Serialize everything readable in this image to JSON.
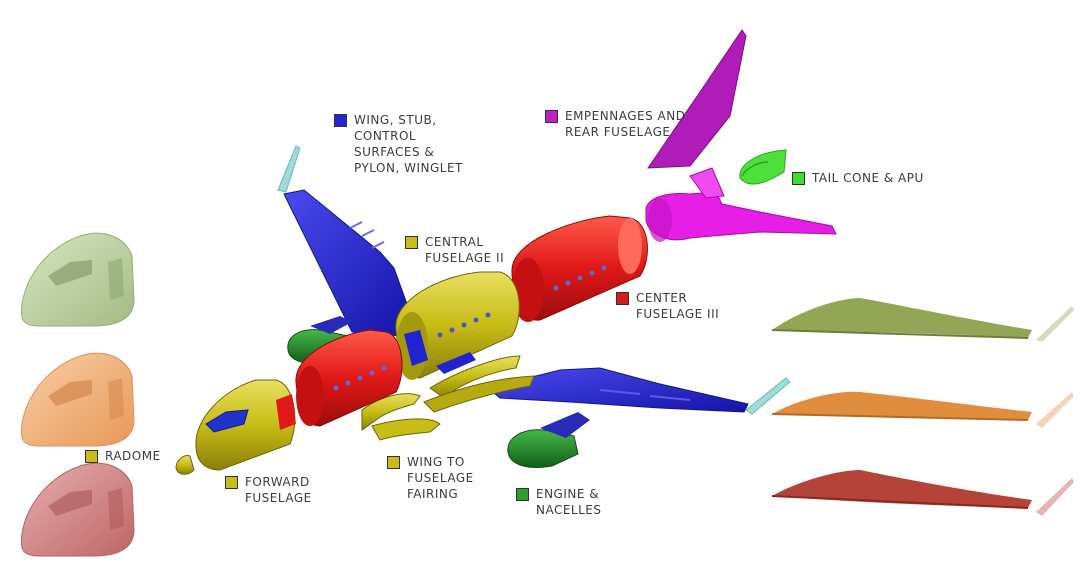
{
  "labels": {
    "wing": {
      "lines": [
        "WING, STUB,",
        "CONTROL",
        "SURFACES &",
        "PYLON, WINGLET"
      ],
      "color": "#2323d8"
    },
    "empennage": {
      "lines": [
        "EMPENNAGES AND",
        "REAR FUSELAGE"
      ],
      "color": "#c21fc2"
    },
    "tail_cone": {
      "lines": [
        "TAIL CONE & APU"
      ],
      "color": "#3fdc2f"
    },
    "central_fuselage_ii": {
      "lines": [
        "CENTRAL",
        "FUSELAGE II"
      ],
      "color": "#c9bd18"
    },
    "center_fuselage_iii": {
      "lines": [
        "CENTER",
        "FUSELAGE III"
      ],
      "color": "#d41c1c"
    },
    "radome": {
      "lines": [
        "RADOME"
      ],
      "color": "#c9bd18"
    },
    "forward_fuselage": {
      "lines": [
        "FORWARD",
        "FUSELAGE"
      ],
      "color": "#c9bd18"
    },
    "wing_fairing": {
      "lines": [
        "WING TO",
        "FUSELAGE",
        "FAIRING"
      ],
      "color": "#c9bd18"
    },
    "engine": {
      "lines": [
        "ENGINE &",
        "NACELLES"
      ],
      "color": "#2e9e2e"
    }
  },
  "colors": {
    "yellow": "#c8bc16",
    "red": "#e01818",
    "blue": "#2222d0",
    "magenta": "#e61ee6",
    "purple": "#b01cb8",
    "green_light": "#4ee03a",
    "green_dark": "#1e8e24",
    "cockpit_green": "#b9cf9c",
    "cockpit_orange": "#f0b07c",
    "cockpit_red": "#cf8383",
    "wing_green": "#93a655",
    "wing_orange": "#e08d3e",
    "wing_red": "#b5433a",
    "winglet_cyan": "#9fdcd8"
  }
}
